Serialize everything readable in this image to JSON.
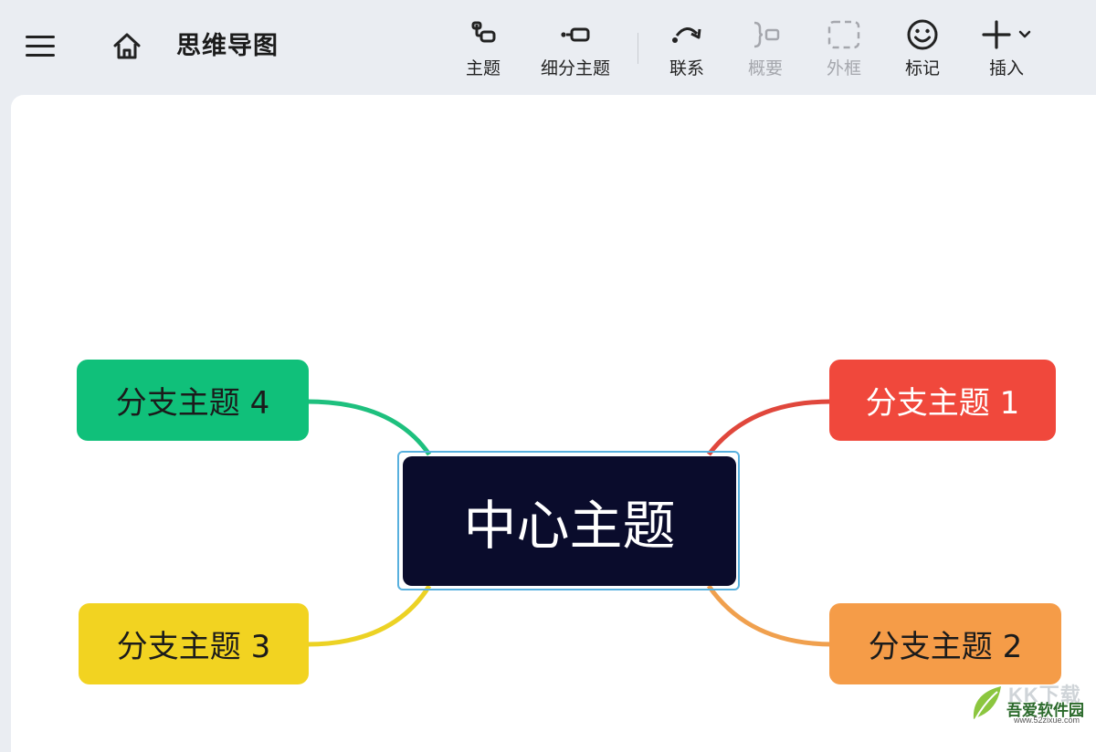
{
  "app": {
    "title": "思维导图"
  },
  "toolbar": {
    "items": [
      {
        "label": "主题",
        "icon": "topic-icon",
        "enabled": true
      },
      {
        "label": "细分主题",
        "icon": "subtopic-icon",
        "enabled": true
      },
      {
        "label": "联系",
        "icon": "relationship-icon",
        "enabled": true
      },
      {
        "label": "概要",
        "icon": "summary-icon",
        "enabled": false
      },
      {
        "label": "外框",
        "icon": "boundary-icon",
        "enabled": false
      },
      {
        "label": "标记",
        "icon": "smiley-icon",
        "enabled": true
      },
      {
        "label": "插入",
        "icon": "plus-icon",
        "enabled": true
      }
    ]
  },
  "mindmap": {
    "center": {
      "label": "中心主题",
      "color": "#0a0c2c",
      "selected": true
    },
    "branches": [
      {
        "label": "分支主题 1",
        "color": "#f0483c",
        "text_color": "#ffffff",
        "side": "right"
      },
      {
        "label": "分支主题 2",
        "color": "#f59c48",
        "text_color": "#1b1b1b",
        "side": "right"
      },
      {
        "label": "分支主题 3",
        "color": "#f2d321",
        "text_color": "#1b1b1b",
        "side": "left"
      },
      {
        "label": "分支主题 4",
        "color": "#10c07a",
        "text_color": "#1b1b1b",
        "side": "left"
      }
    ]
  },
  "watermark": {
    "top_text": "KK下载",
    "main_text": "吾爱软件园",
    "url_text": "www.52zixue.com"
  }
}
